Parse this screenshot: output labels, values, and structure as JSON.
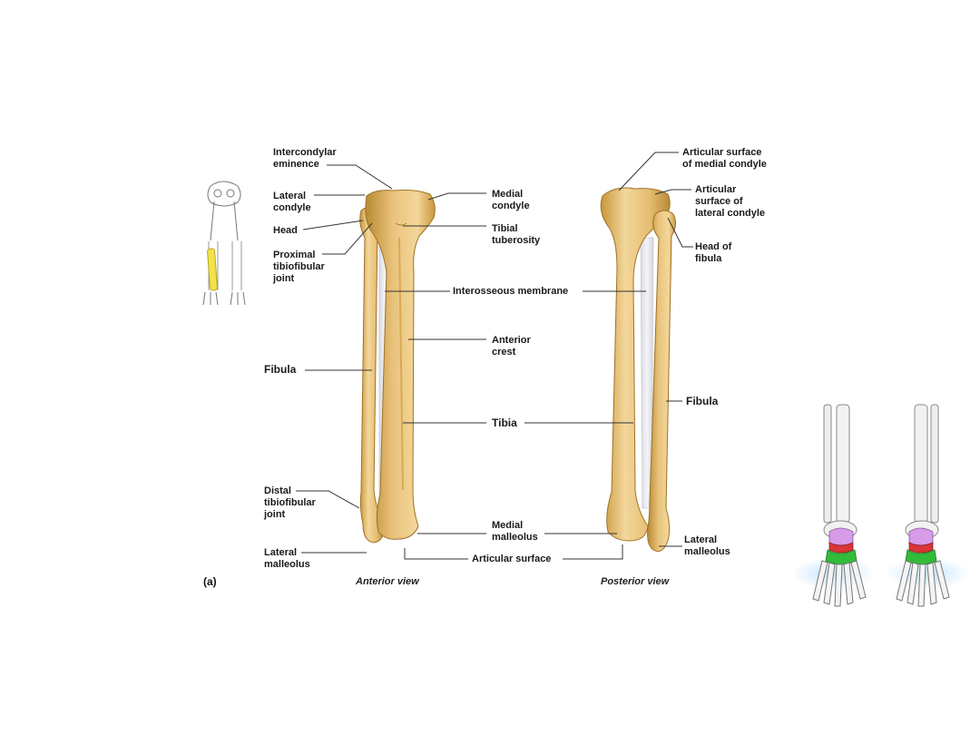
{
  "colors": {
    "bone_fill": "#e9c37c",
    "bone_light": "#f6deaa",
    "bone_dark": "#c0902f",
    "membrane": "#e8e8ec",
    "leader": "#333333",
    "highlight_fibula": "#f2e24a",
    "talus": "#d79be8",
    "navicular": "#d93636",
    "cuneiforms": "#33bb3a",
    "glow": "#bfe3ff"
  },
  "panel_label": "(a)",
  "views": {
    "anterior": "Anterior view",
    "posterior": "Posterior view"
  },
  "labels": {
    "intercondylar_eminence": "Intercondylar\neminence",
    "lateral_condyle": "Lateral\ncondyle",
    "head": "Head",
    "proximal_tibiofibular_joint": "Proximal\ntibiofibular\njoint",
    "fibula_left": "Fibula",
    "distal_tibiofibular_joint": "Distal\ntibiofibular\njoint",
    "lateral_malleolus_left": "Lateral\nmalleolus",
    "medial_condyle": "Medial\ncondyle",
    "tibial_tuberosity": "Tibial\ntuberosity",
    "interosseous_membrane": "Interosseous membrane",
    "anterior_crest": "Anterior\ncrest",
    "tibia": "Tibia",
    "medial_malleolus": "Medial\nmalleolus",
    "articular_surface": "Articular surface",
    "articular_surface_medial_condyle": "Articular surface\nof medial condyle",
    "articular_surface_lateral_condyle": "Articular\nsurface of\nlateral condyle",
    "head_of_fibula": "Head of\nfibula",
    "fibula_right": "Fibula",
    "lateral_malleolus_right": "Lateral\nmalleolus"
  }
}
